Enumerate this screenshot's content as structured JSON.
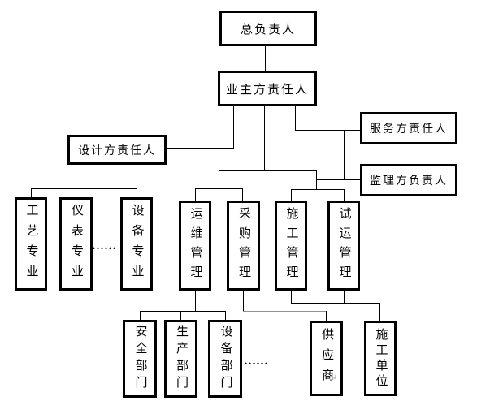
{
  "diagram": {
    "type": "org-chart",
    "nodes": {
      "root": {
        "label": "总负责人"
      },
      "owner": {
        "label": "业主方责任人"
      },
      "design": {
        "label": "设计方责任人"
      },
      "service": {
        "label": "服务方责任人"
      },
      "supervision": {
        "label": "监理方负责人"
      },
      "specialties": [
        {
          "label": "工艺专业"
        },
        {
          "label": "仪表专业"
        },
        {
          "label": "设备专业"
        }
      ],
      "management": [
        {
          "label": "运维管理"
        },
        {
          "label": "采购管理"
        },
        {
          "label": "施工管理"
        },
        {
          "label": "试运管理"
        }
      ],
      "departments": [
        {
          "label": "安全部门"
        },
        {
          "label": "生产部门"
        },
        {
          "label": "设备部门"
        }
      ],
      "supplier": {
        "label": "供应商"
      },
      "contractor": {
        "label": "施工单位"
      }
    },
    "marks": {
      "ellipsis_specialties": "……",
      "ellipsis_departments": "……",
      "paragraph_mark": "↵"
    },
    "colors": {
      "line": "#000000",
      "line_gray": "#8f8f8f",
      "border": "#000000",
      "background": "#ffffff"
    }
  }
}
